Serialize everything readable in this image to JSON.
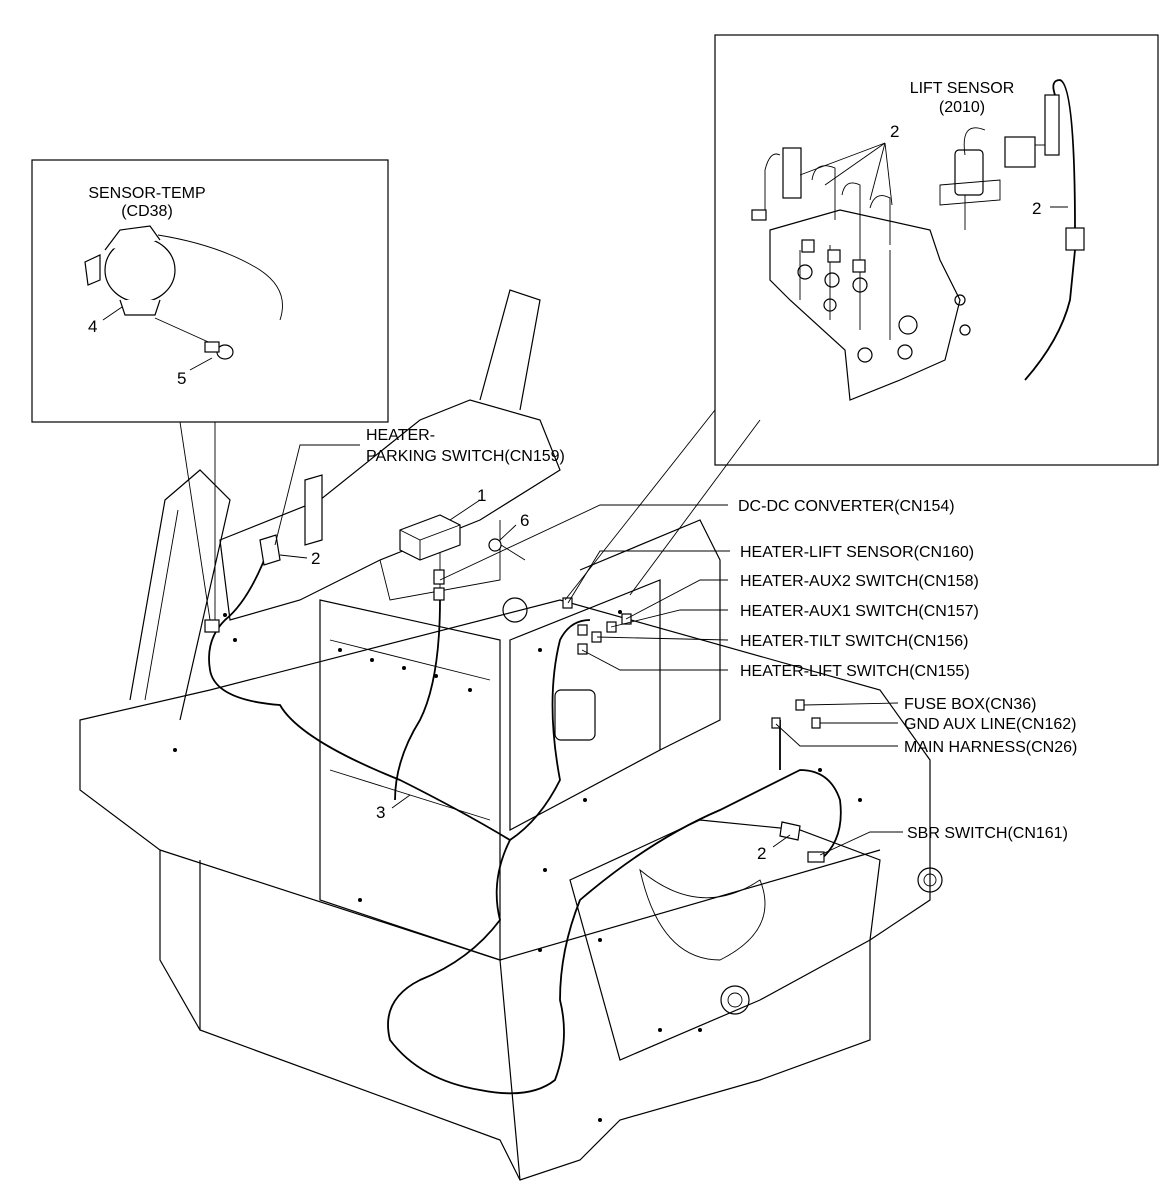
{
  "labels": {
    "sensor_temp": "SENSOR-TEMP",
    "sensor_temp_code": "(CD38)",
    "lift_sensor": "LIFT SENSOR",
    "lift_sensor_code": "(2010)",
    "heater_parking_1": "HEATER-",
    "heater_parking_2": "PARKING SWITCH(CN159)",
    "dc_dc": "DC-DC CONVERTER(CN154)",
    "heater_lift_sensor": "HEATER-LIFT SENSOR(CN160)",
    "heater_aux2": "HEATER-AUX2 SWITCH(CN158)",
    "heater_aux1": "HEATER-AUX1 SWITCH(CN157)",
    "heater_tilt": "HEATER-TILT SWITCH(CN156)",
    "heater_lift_switch": "HEATER-LIFT SWITCH(CN155)",
    "fuse_box": "FUSE BOX(CN36)",
    "gnd_aux": "GND AUX LINE(CN162)",
    "main_harness": "MAIN HARNESS(CN26)",
    "sbr_switch": "SBR SWITCH(CN161)"
  },
  "callouts": {
    "n1": "1",
    "n2_top": "2",
    "n2_top_right": "2",
    "n2_parking": "2",
    "n2_sbr": "2",
    "n3": "3",
    "n4": "4",
    "n5": "5",
    "n6": "6"
  }
}
